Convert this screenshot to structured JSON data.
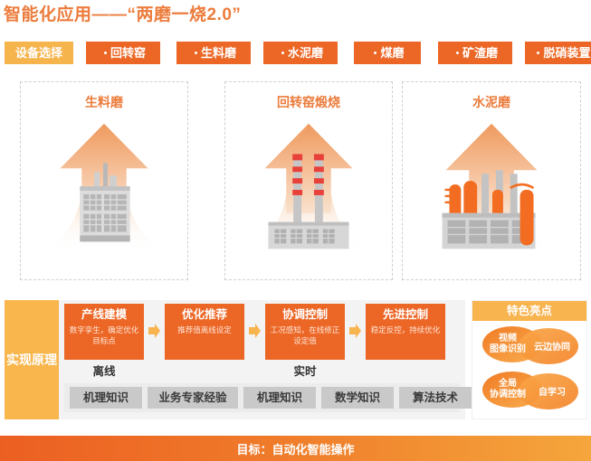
{
  "title": "智能化应用——“两磨一烧2.0”",
  "tabs": {
    "selected_label": "设备选择",
    "items": [
      {
        "label": "回转窑"
      },
      {
        "label": "生料磨"
      },
      {
        "label": "水泥磨"
      },
      {
        "label": "煤磨"
      },
      {
        "label": "矿渣磨"
      },
      {
        "label": "脱硝装置"
      }
    ]
  },
  "panels": [
    {
      "title": "生料磨",
      "art": "raw-mill-illustration"
    },
    {
      "title": "回转窑煅烧",
      "art": "rotary-kiln-illustration"
    },
    {
      "title": "水泥磨",
      "art": "cement-mill-illustration"
    }
  ],
  "principle": {
    "label": "实现原理",
    "steps": [
      {
        "title": "产线建模",
        "desc": "数字孪生，确定优化目标点"
      },
      {
        "title": "优化推荐",
        "desc": "推荐值离线设定"
      },
      {
        "title": "协调控制",
        "desc": "工况感知，在线修正设定值"
      },
      {
        "title": "先进控制",
        "desc": "稳定反控，持续优化"
      }
    ],
    "phases": [
      {
        "label": "离线"
      },
      {
        "label": "实时"
      }
    ],
    "tags": [
      {
        "label": "机理知识"
      },
      {
        "label": "业务专家经验"
      },
      {
        "label": "机理知识"
      },
      {
        "label": "数学知识"
      },
      {
        "label": "算法技术"
      }
    ]
  },
  "highlights": {
    "header": "特色亮点",
    "bubbles": [
      {
        "line1": "视频",
        "line2": "图像识别"
      },
      {
        "line1": "云边协同",
        "line2": ""
      },
      {
        "line1": "全局",
        "line2": "协调控制"
      },
      {
        "line1": "自学习",
        "line2": ""
      }
    ]
  },
  "goal": {
    "text": "目标：自动化智能操作"
  },
  "colors": {
    "orange": "#ec6726",
    "amber": "#f8b44e",
    "title_orange": "#ec7c3c",
    "tag_gray": "#c9c9c9",
    "band_gray": "#f3f3f3"
  }
}
